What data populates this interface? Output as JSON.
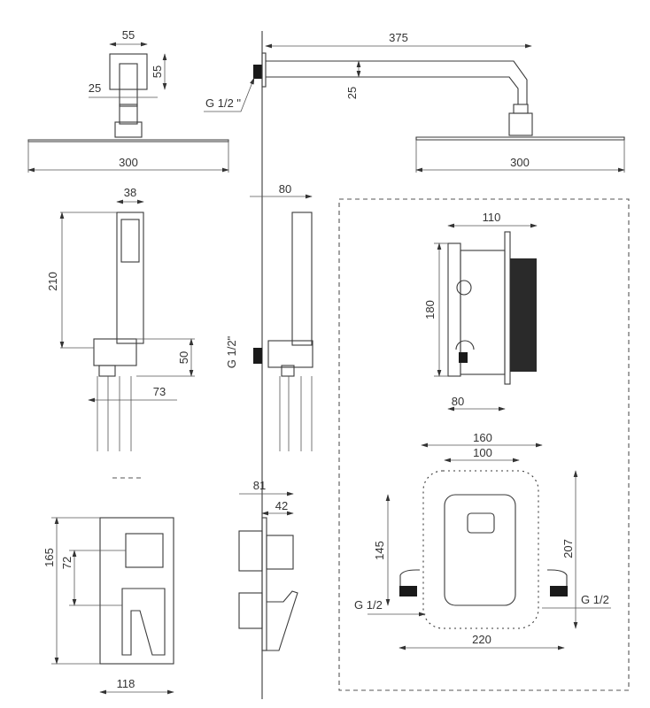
{
  "head_shower_front": {
    "width_top": "55",
    "height_top": "55",
    "arm_width": "25",
    "head_width": "300"
  },
  "head_shower_side": {
    "connection": "G 1/2 \"",
    "arm_length": "375",
    "arm_height": "25",
    "head_width": "300"
  },
  "hand_shower_front": {
    "width": "38",
    "height": "210",
    "holder_height": "50",
    "outlet_offset": "73"
  },
  "hand_shower_side": {
    "depth": "80",
    "connection": "G 1/2\""
  },
  "box_side": {
    "width": "110",
    "height": "180",
    "depth": "80"
  },
  "box_front": {
    "outer_width": "160",
    "inner_width": "100",
    "inner_height": "145",
    "outer_height": "207",
    "connection_left": "G 1/2",
    "connection_right": "G 1/2",
    "total_width": "220"
  },
  "mixer_side": {
    "depth_total": "81",
    "depth_plate": "42"
  },
  "mixer_front": {
    "height": "165",
    "handle_spacing": "72",
    "width": "118"
  }
}
